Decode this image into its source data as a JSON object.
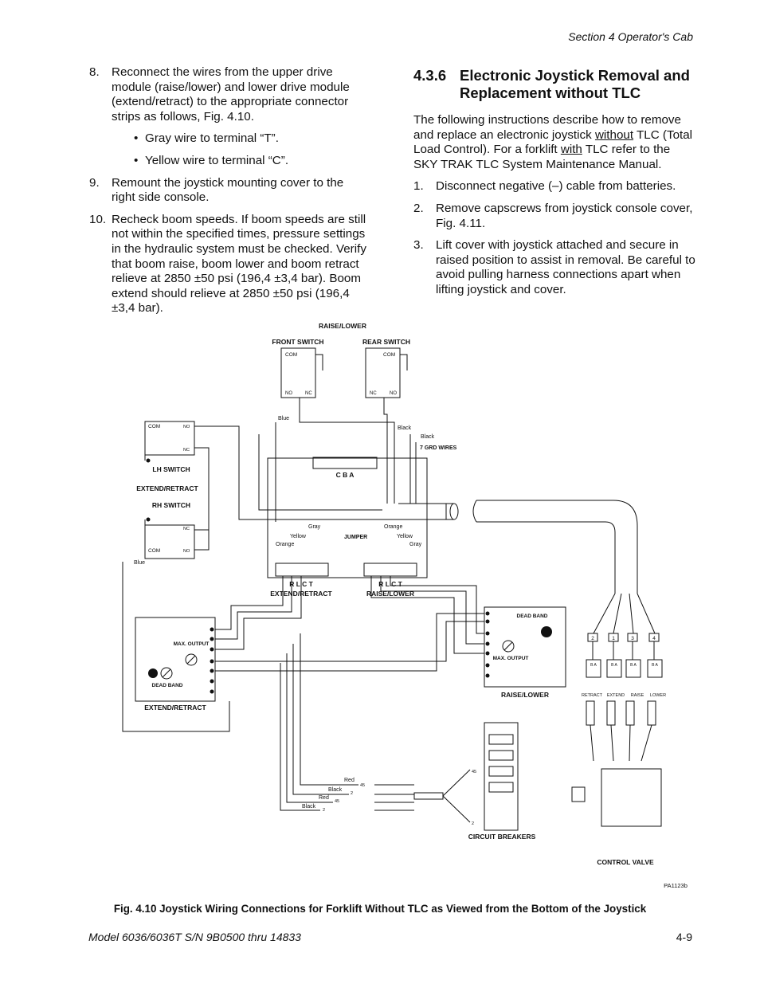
{
  "header": {
    "section": "Section 4   Operator's Cab"
  },
  "left_steps": [
    {
      "num": "8.",
      "text": "Reconnect the wires from the upper drive module (raise/lower) and lower drive module (extend/retract) to the appropriate connector strips as follows, Fig. 4.10.",
      "bullets": [
        "Gray wire to terminal “T”.",
        "Yellow wire to terminal “C”."
      ]
    },
    {
      "num": "9.",
      "text": "Remount the joystick mounting cover to the right side console."
    },
    {
      "num": "10.",
      "text": "Recheck boom speeds.  If boom speeds are still not within the specified times, pressure settings in the hydraulic system must be checked.  Verify that boom raise, boom lower and boom retract relieve at 2850 ±50 psi (196,4 ±3,4 bar).  Boom extend should relieve at 2850 ±50 psi (196,4 ±3,4 bar)."
    }
  ],
  "section": {
    "number": "4.3.6",
    "title": "Electronic Joystick Removal and Replacement without TLC",
    "intro": {
      "p1": "The following instructions describe how to remove and replace an electronic joystick ",
      "u1": "without",
      "p2": " TLC (Total Load Control).  For a forklift ",
      "u2": "with",
      "p3": " TLC refer to the SKY TRAK TLC System Maintenance Manual."
    },
    "steps": [
      {
        "num": "1.",
        "text": "Disconnect negative (–) cable from batteries."
      },
      {
        "num": "2.",
        "text": "Remove capscrews from joystick console cover, Fig. 4.11."
      },
      {
        "num": "3.",
        "text": "Lift cover with joystick attached and secure in raised position to assist in removal.  Be careful to avoid pulling harness connections apart when lifting joystick and cover."
      }
    ]
  },
  "diagram": {
    "raise_lower_top": "RAISE/LOWER",
    "front_switch": "FRONT SWITCH",
    "rear_switch": "REAR SWITCH",
    "com": "COM",
    "no": "NO",
    "nc": "NC",
    "blue": "Blue",
    "black": "Black",
    "grd_wires": "7 GRD WIRES",
    "lh_switch": "LH SWITCH",
    "extend_retract_label": "EXTEND/RETRACT",
    "rh_switch": "RH SWITCH",
    "cba": "C   B   A",
    "gray": "Gray",
    "yellow": "Yellow",
    "orange": "Orange",
    "jumper": "JUMPER",
    "rlct": "R   L   C   T",
    "strip_left": "EXTEND/RETRACT",
    "strip_right": "RAISE/LOWER",
    "dead_band": "DEAD BAND",
    "max_output": "MAX. OUTPUT",
    "module_left": "EXTEND/RETRACT",
    "module_right": "RAISE/LOWER",
    "red": "Red",
    "tag_45": "45",
    "tag_2": "2",
    "circuit_breakers": "CIRCUIT BREAKERS",
    "control_valve": "CONTROL VALVE",
    "conn_nums": [
      "2",
      "1",
      "3",
      "4"
    ],
    "conn_names": [
      "RETRACT",
      "EXTEND",
      "RAISE",
      "LOWER"
    ],
    "ba": "B  A",
    "part_no": "PA1123b"
  },
  "caption": "Fig. 4.10 Joystick Wiring Connections for Forklift Without TLC as Viewed from the Bottom of the Joystick",
  "footer": {
    "model": "Model 6036/6036T S/N 9B0500 thru 14833",
    "page": "4-9"
  }
}
